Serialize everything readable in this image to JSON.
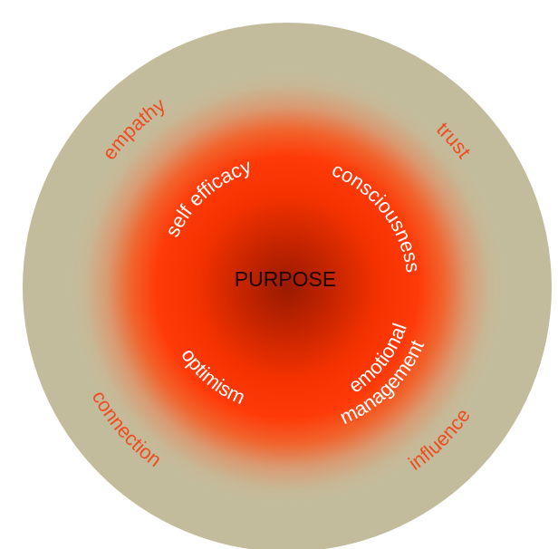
{
  "center": {
    "label": "PURPOSE"
  },
  "inner_ring": {
    "self_efficacy": "self efficacy",
    "consciousness": "consciousness",
    "optimism": "optimism",
    "emotional_line1": "emotional",
    "emotional_line2": "management"
  },
  "outer_ring": {
    "empathy": "empathy",
    "trust": "trust",
    "connection": "connection",
    "influence": "influence"
  },
  "colors": {
    "outer_ring": "#c3bc9c",
    "outer_text": "#ee4d22",
    "inner_text": "#ffffff",
    "center_text": "#1a0500",
    "gradient_core": "#9c1c00",
    "gradient_mid": "#ff3300",
    "gradient_edge": "#c3bc9c"
  }
}
